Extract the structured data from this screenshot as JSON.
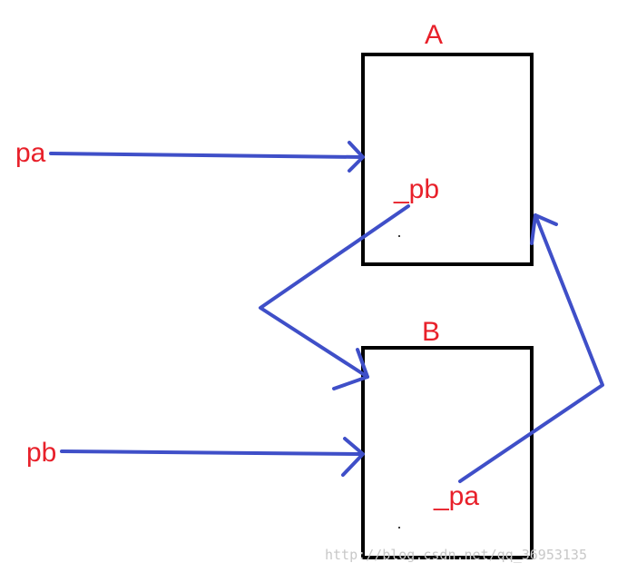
{
  "labels": {
    "box_a": "A",
    "box_b": "B",
    "ptr_pa": "pa",
    "ptr_pb": "pb",
    "member_pb": "_pb",
    "member_pa": "_pa"
  },
  "watermark": "http://blog.csdn.net/qq_36953135",
  "colors": {
    "label": "#e8202a",
    "arrow": "#3f4fc8",
    "box_border": "#000000",
    "watermark": "#c8c8c8"
  }
}
